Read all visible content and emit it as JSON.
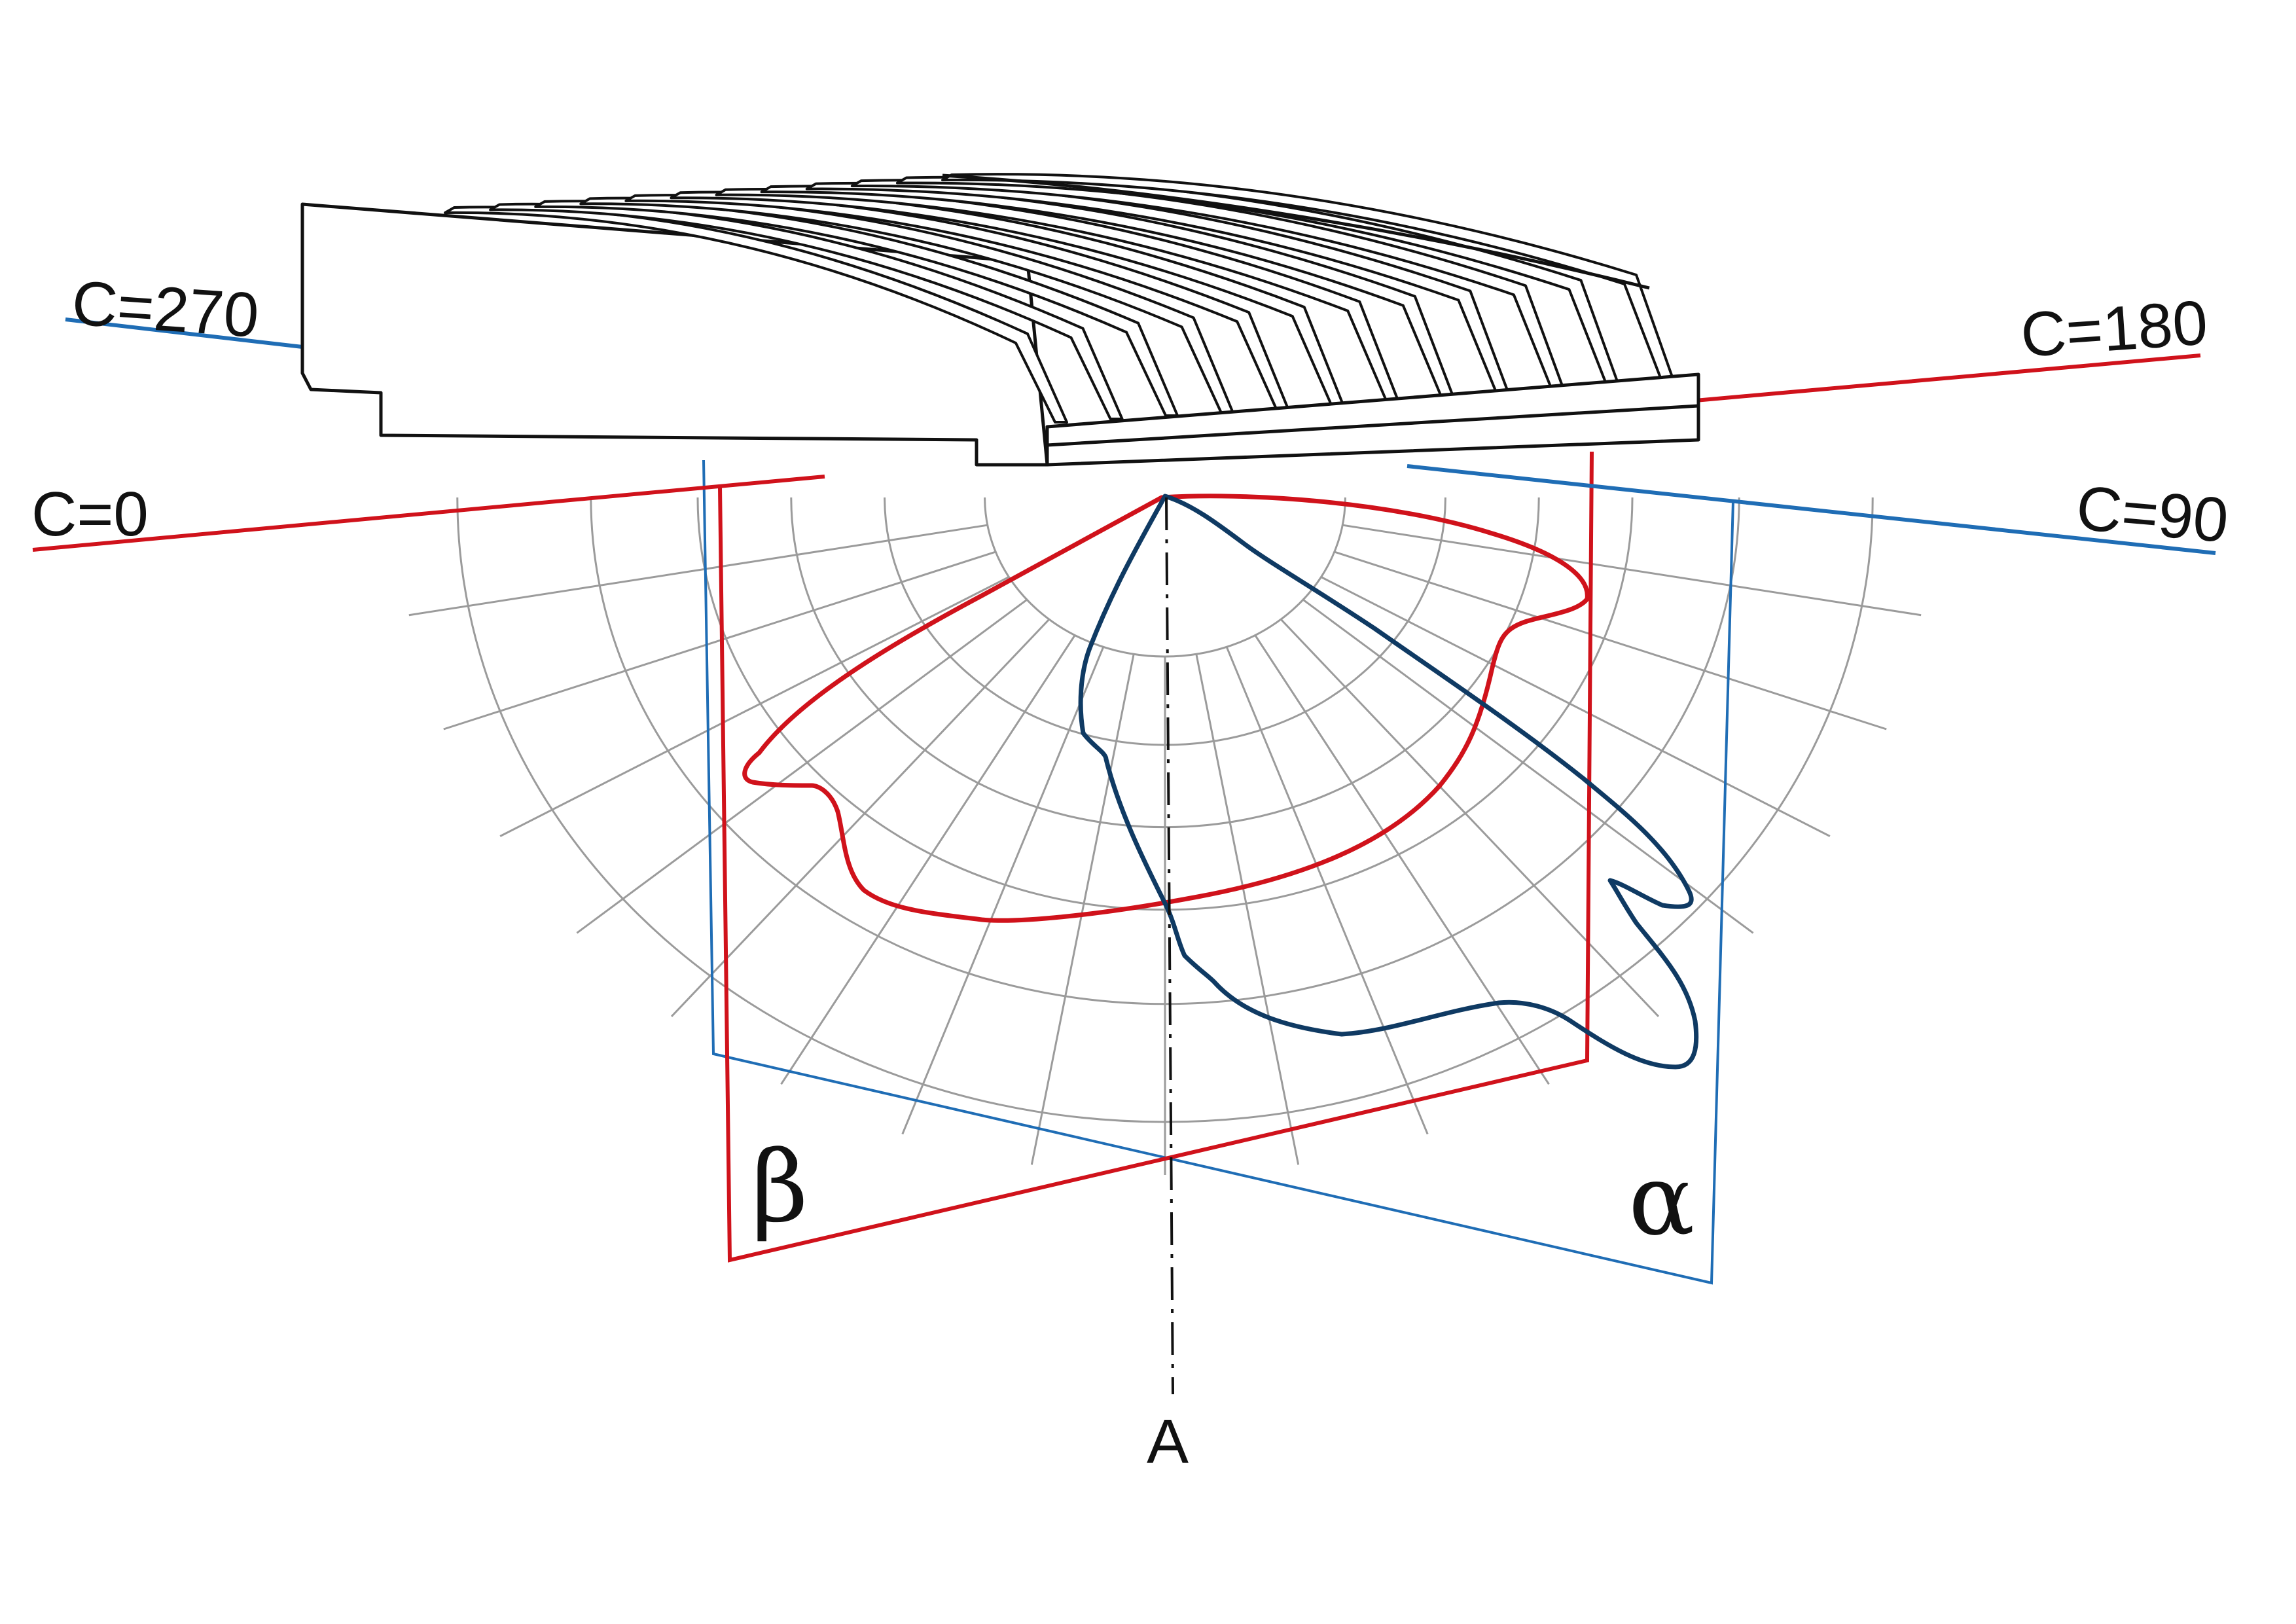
{
  "labels": {
    "c0": "C=0",
    "c90": "C=90",
    "c180": "C=180",
    "c270": "C=270",
    "axis": "A",
    "alpha": "α",
    "beta": "β"
  },
  "colors": {
    "c0_c180_plane": "#d0121b",
    "c90_c270_plane": "#1f6db5",
    "curve_c0_c180": "#d0121b",
    "curve_c90_c270": "#0f3a63",
    "grid": "#8a8a8a",
    "outline": "#111111"
  }
}
